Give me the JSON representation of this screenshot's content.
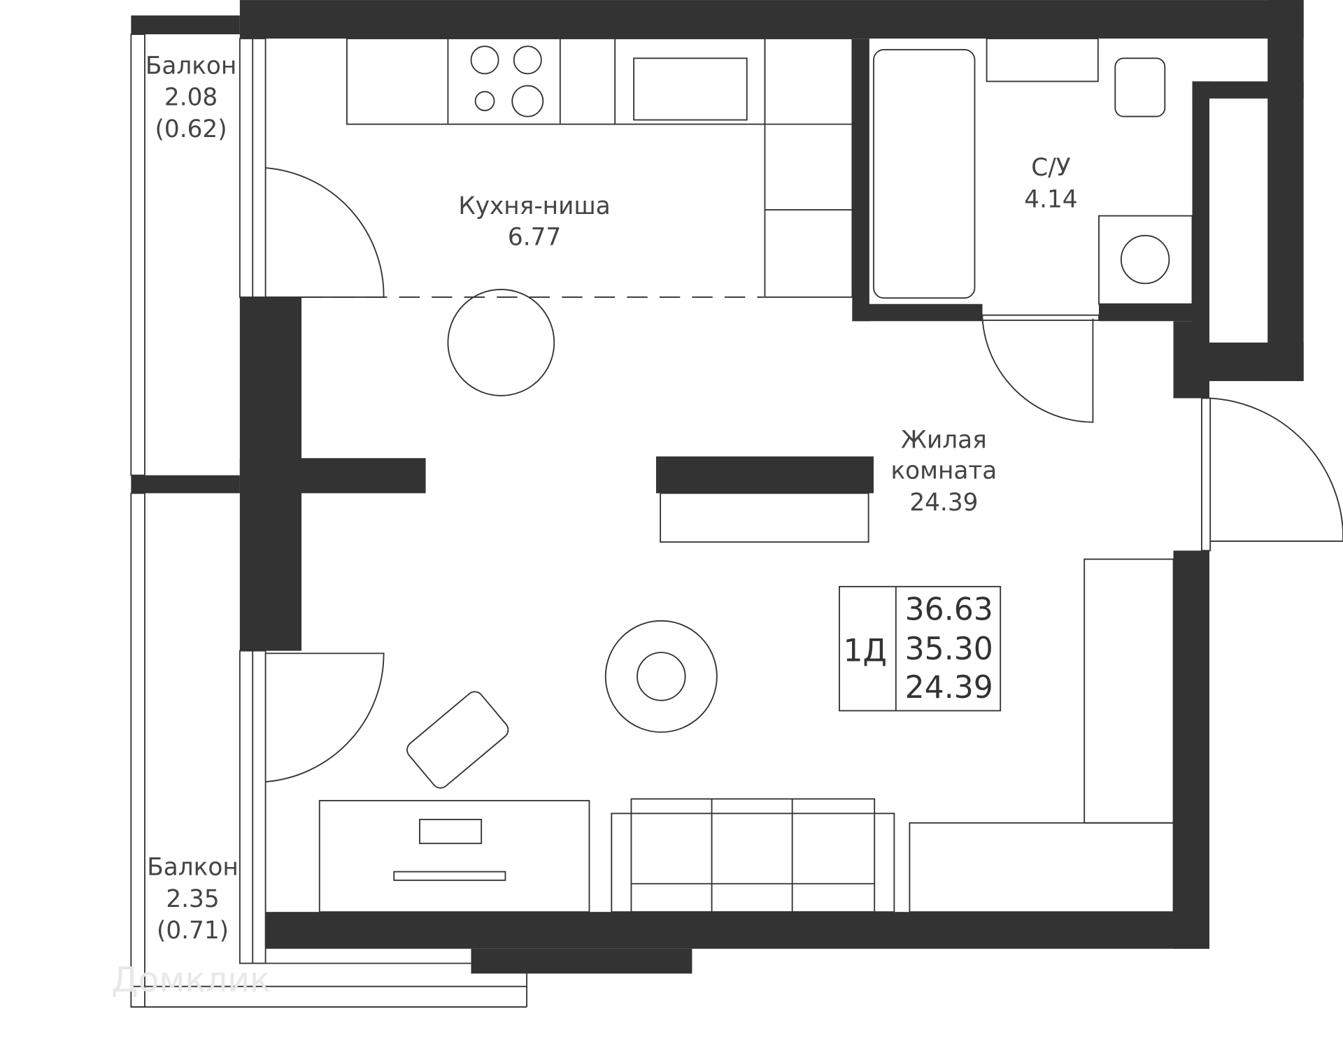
{
  "rooms": {
    "balcony1": {
      "name": "Балкон",
      "area": "2.08",
      "reduced": "(0.62)"
    },
    "kitchen": {
      "name": "Кухня-ниша",
      "area": "6.77"
    },
    "bathroom": {
      "name": "С/У",
      "area": "4.14"
    },
    "living": {
      "name1": "Жилая",
      "name2": "комната",
      "area": "24.39"
    },
    "balcony2": {
      "name": "Балкон",
      "area": "2.35",
      "reduced": "(0.71)"
    }
  },
  "summary": {
    "type": "1Д",
    "total": "36.63",
    "living_total": "35.30",
    "living": "24.39"
  },
  "watermark": "Домклик",
  "colors": {
    "wall": "#333333",
    "line": "#333333",
    "text": "#444444"
  }
}
